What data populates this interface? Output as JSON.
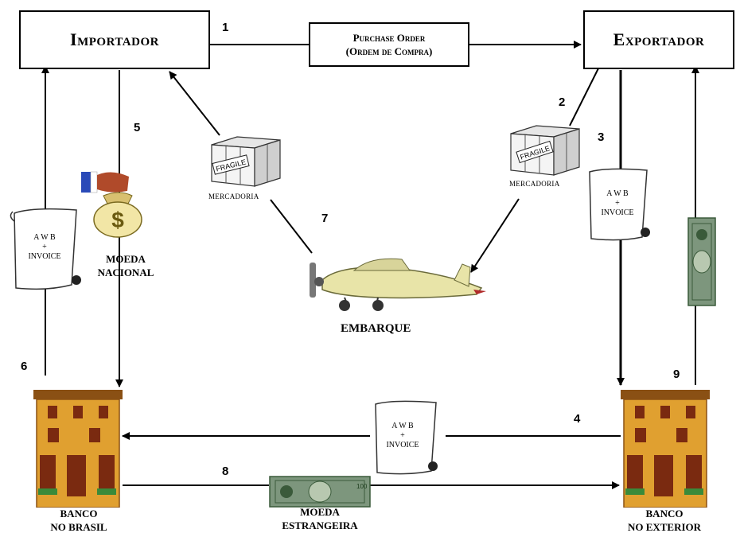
{
  "importador": "Importador",
  "exportador": "Exportador",
  "purchase_order": {
    "line1": "Purchase Order",
    "line2": "(Ordem de Compra)"
  },
  "steps": [
    "1",
    "2",
    "3",
    "4",
    "5",
    "6",
    "7",
    "8",
    "9"
  ],
  "mercadoria": "MERCADORIA",
  "fragile": "FRAGILE",
  "scroll": {
    "line1": "A W B",
    "line2": "+",
    "line3": "INVOICE"
  },
  "moeda_nacional": {
    "line1": "MOEDA",
    "line2": "NACIONAL"
  },
  "embarque": "EMBARQUE",
  "moeda_estrangeira": {
    "line1": "MOEDA",
    "line2": "ESTRANGEIRA"
  },
  "banco_brasil": {
    "line1": "BANCO",
    "line2": "NO BRASIL"
  },
  "banco_exterior": {
    "line1": "BANCO",
    "line2": "NO EXTERIOR"
  },
  "colors": {
    "building": "#e0a030",
    "building_dark": "#8a5014",
    "plane": "#e8e4a8",
    "money": "#4e7a4e",
    "bag": "#f2e6a6"
  }
}
